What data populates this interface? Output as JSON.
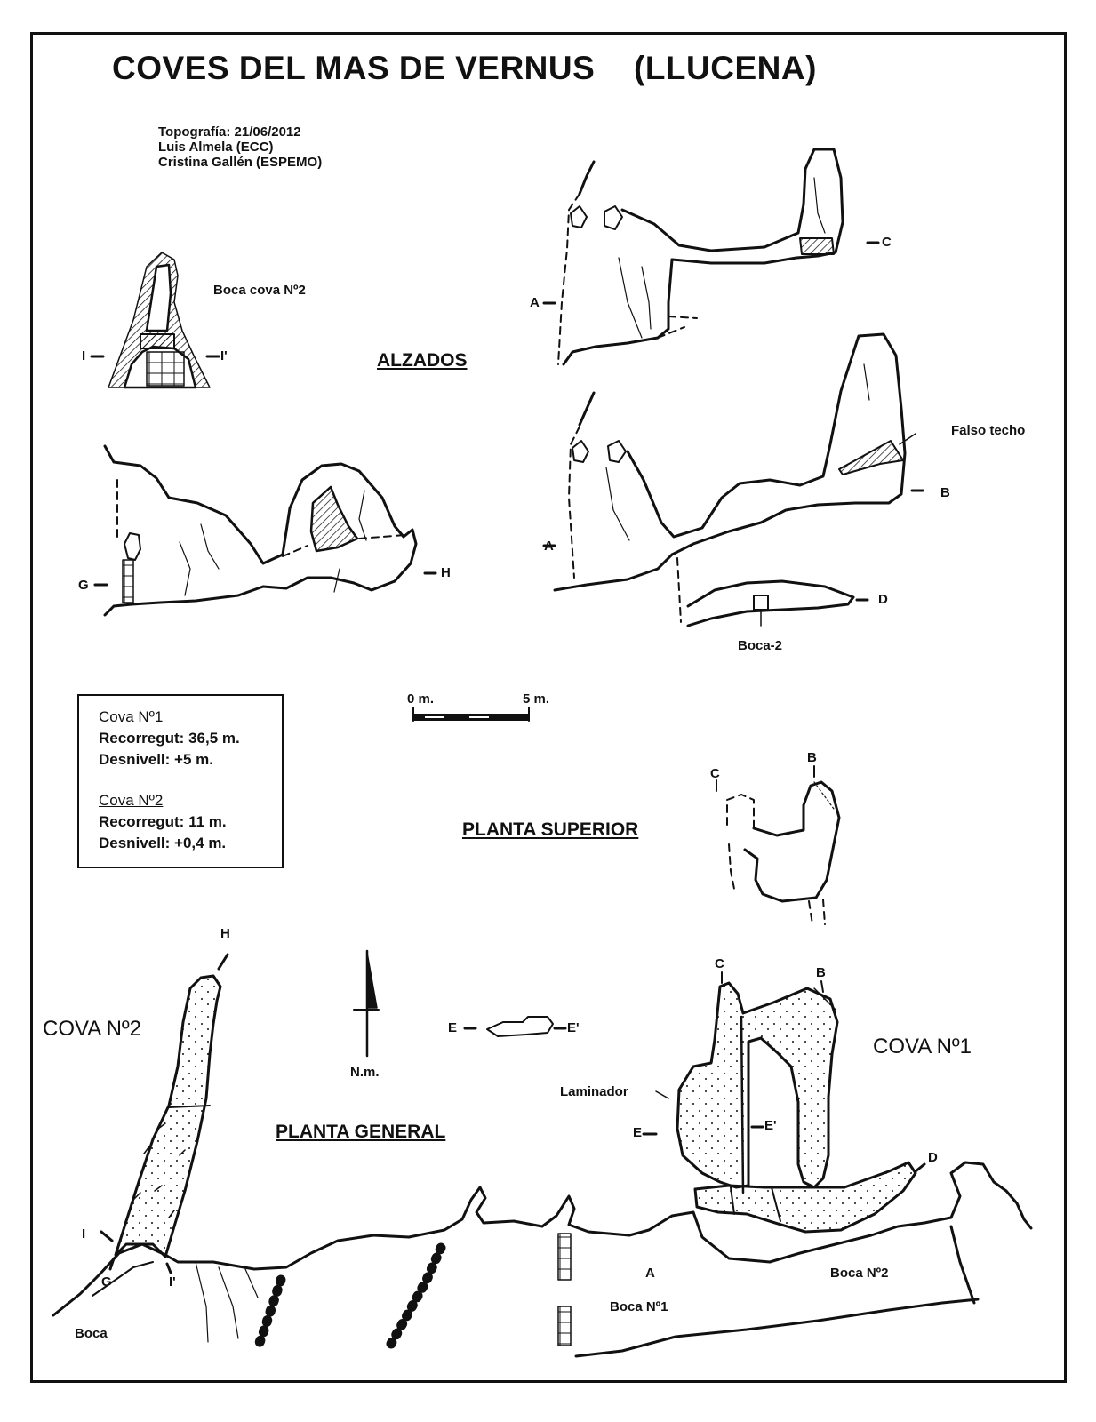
{
  "title_main": "COVES DEL MAS DE VERNUS",
  "title_place": "(LLUCENA)",
  "credits": {
    "survey": "Topografía:  21/06/2012",
    "author1": "Luis Almela (ECC)",
    "author2": "Cristina Gallén (ESPEMO)"
  },
  "sections": {
    "alzados": "ALZADOS",
    "planta_superior": "PLANTA SUPERIOR",
    "planta_general": "PLANTA GENERAL"
  },
  "cave_titles": {
    "cova1": "COVA Nº1",
    "cova2": "COVA Nº2"
  },
  "labels": {
    "boca_cova2": "Boca cova Nº2",
    "falso_techo": "Falso techo",
    "boca_2": "Boca-2",
    "laminador": "Laminador",
    "boca_n1": "Boca Nº1",
    "boca_n2": "Boca Nº2",
    "boca": "Boca"
  },
  "letters": {
    "A": "A",
    "B": "B",
    "C": "C",
    "D": "D",
    "E": "E",
    "E_prime": "E'",
    "G": "G",
    "H": "H",
    "I": "I",
    "I_prime": "I'"
  },
  "scale": {
    "zero": "0 m.",
    "five": "5 m."
  },
  "north": "N.m.",
  "stats": {
    "cova1_head": "Cova Nº1",
    "cova1_recorregut": "Recorregut: 36,5 m.",
    "cova1_desnivell": "Desnivell: +5 m.",
    "cova2_head": "Cova Nº2",
    "cova2_recorregut": "Recorregut: 11 m.",
    "cova2_desnivell": "Desnivell: +0,4 m."
  }
}
